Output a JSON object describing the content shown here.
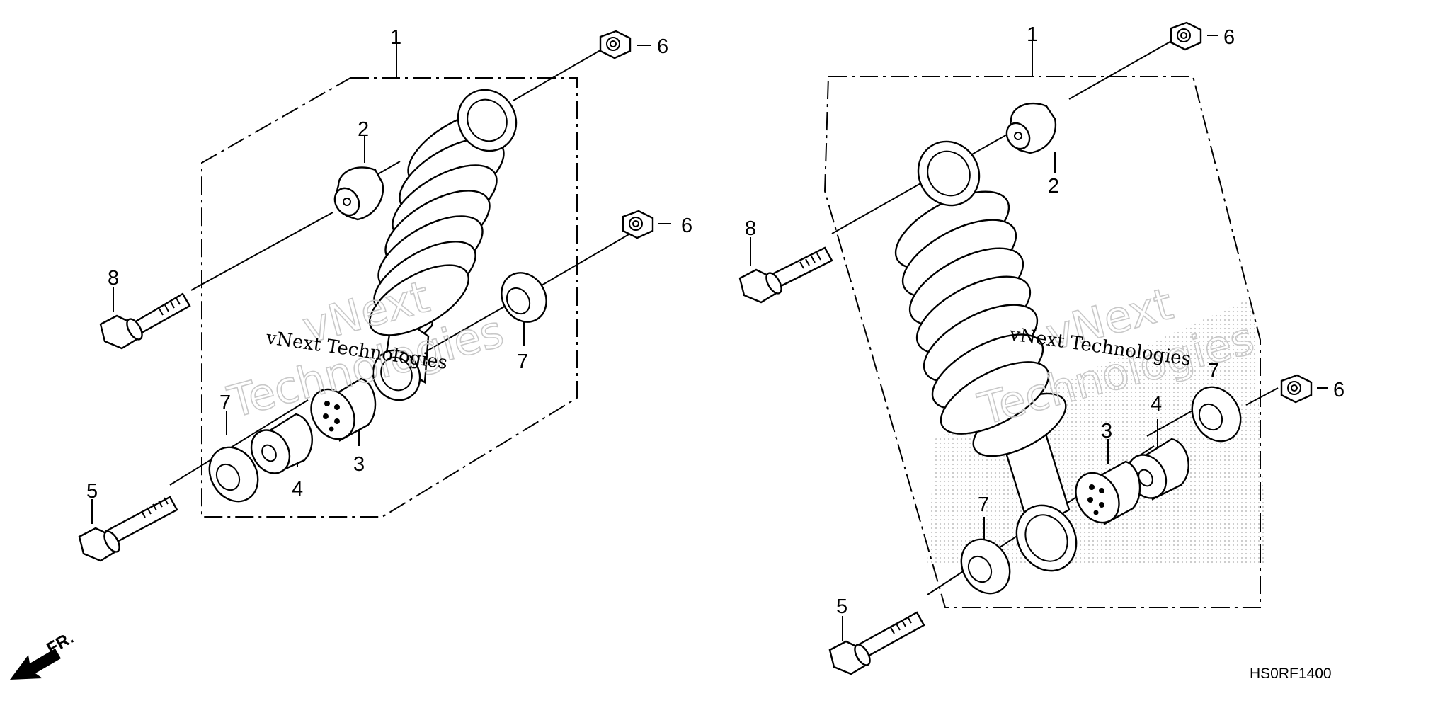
{
  "diagram": {
    "callouts_left": [
      "1",
      "2",
      "3",
      "4",
      "5",
      "6",
      "6",
      "7",
      "7",
      "8"
    ],
    "callouts_right": [
      "1",
      "2",
      "3",
      "4",
      "5",
      "6",
      "6",
      "7",
      "7",
      "8"
    ],
    "direction_label": "FR.",
    "figure_code": "HS0RF1400",
    "watermark": {
      "outline_top": "vNext",
      "outline_bottom": "Technologies",
      "text": "vNext Technologies"
    }
  }
}
